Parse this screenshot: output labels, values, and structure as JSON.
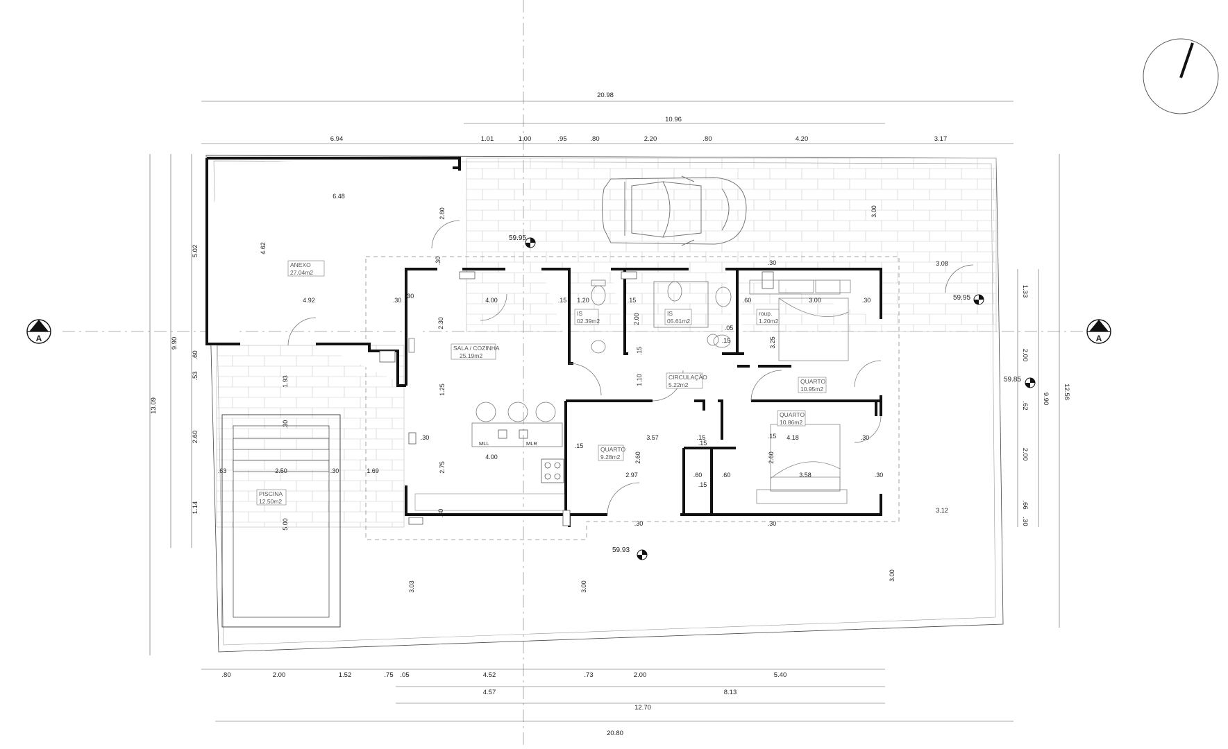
{
  "dimensions_top": {
    "overall": "20.98",
    "middle": "10.96",
    "segments": [
      "6.94",
      "1.01",
      "1.00",
      ".95",
      ".80",
      "2.20",
      ".80",
      "4.20",
      "3.17"
    ]
  },
  "dimensions_bottom": {
    "segments": [
      ".80",
      "2.00",
      "1.52",
      ".75",
      ".05",
      "4.52",
      ".73",
      "2.00",
      "5.40"
    ],
    "row2": [
      "4.57",
      "8.13"
    ],
    "row3": "12.70",
    "overall": "20.80"
  },
  "dimensions_left": {
    "overall": "13.09",
    "sub": "9.90",
    "segments": [
      "5.02",
      ".60",
      ".53",
      "2.60",
      "1.14"
    ]
  },
  "dimensions_right": {
    "overall": "12.56",
    "sub": "9.90",
    "segments": [
      "1.33",
      "2.00",
      ".62",
      "2.00",
      ".66",
      ".30"
    ]
  },
  "inner_dimensions": [
    "6.48",
    "4.62",
    "2.80",
    ".30",
    "4.92",
    ".30",
    "4.00",
    "2.30",
    ".15",
    "1.20",
    ".15",
    "2.00",
    ".60",
    "3.00",
    ".30",
    "3.25",
    ".05",
    ".15",
    ".15",
    "1.25",
    "1.10",
    "1.93",
    ".30",
    ".30",
    "4.00",
    ".15",
    "3.57",
    ".15",
    "4.18",
    ".30",
    "2.75",
    "2.60",
    "2.97",
    ".60",
    ".60",
    "2.60",
    "3.58",
    ".30",
    ".15",
    ".15",
    ".30",
    ".30",
    ".30",
    "3.08",
    "3.12",
    "3.00",
    "3.00",
    "3.03",
    "3.00",
    "2.50",
    ".30",
    "1.69",
    ".63",
    "5.00",
    ".30",
    ".15",
    ".30"
  ],
  "levels": [
    "59.95",
    "59.95",
    "59.85",
    "59.93"
  ],
  "section_marks": [
    "A",
    "A"
  ],
  "rooms": [
    {
      "name": "ANEXO",
      "area": "27.04m2"
    },
    {
      "name": "SALA / COZINHA",
      "area": "25.19m2"
    },
    {
      "name": "IS",
      "area": "02.39m2"
    },
    {
      "name": "IS",
      "area": "05.61m2"
    },
    {
      "name": "roup.",
      "area": "1.20m2"
    },
    {
      "name": "CIRCULAÇÃO",
      "area": "5.22m2"
    },
    {
      "name": "QUARTO",
      "area": "10.95m2"
    },
    {
      "name": "QUARTO",
      "area": "10.86m2"
    },
    {
      "name": "QUARTO",
      "area": "9.28m2"
    },
    {
      "name": "PISCINA",
      "area": "12.50m2"
    }
  ],
  "appliances": [
    "MLL",
    "MLR"
  ],
  "north_arrow": "north-arrow-icon"
}
